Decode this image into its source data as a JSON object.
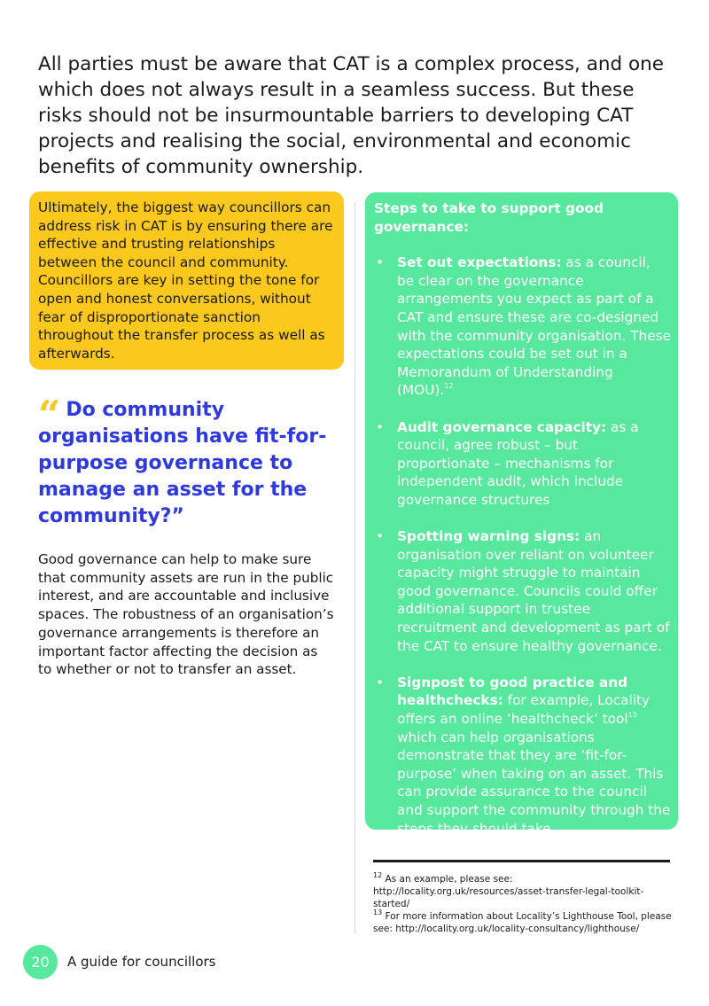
{
  "intro": "All parties must be aware that CAT is a complex process, and one which does not always result in a seamless success. But these risks should not be insurmountable barriers to developing CAT projects and realising the social, environmental and economic benefits of community ownership.",
  "callout": "Ultimately, the biggest way councillors can address risk in CAT is by ensuring there are effective and trusting relationships between the council and community. Councillors are key in setting the tone for open and honest conversations, without fear of disproportionate sanction throughout the transfer process as well as afterwards.",
  "quote": {
    "mark": "“",
    "text": "Do community organisations have fit-for-purpose governance to manage an asset for the community?”"
  },
  "body": "Good governance can help to make sure that community assets are run in the public interest, and are accountable and inclusive spaces. The robustness of an organisation’s governance arrangements is therefore an important factor affecting the decision as to whether or not to transfer an asset.",
  "steps": {
    "title": "Steps to take to support good governance:",
    "bullet": "•",
    "items": [
      {
        "title": "Set out expectations:",
        "text": " as a council, be clear on the governance arrangements you expect as part of a CAT and ensure these are co-designed with the community organisation. These expectations could be set out in a Memorandum of Understanding (MOU).",
        "ref": "12"
      },
      {
        "title": "Audit governance capacity:",
        "text": " as a council, agree robust – but proportionate – mechanisms for independent audit, which include governance structures",
        "ref": ""
      },
      {
        "title": "Spotting warning signs:",
        "text": " an organisation over reliant on volunteer capacity might struggle to maintain good governance. Councils could offer additional support in trustee recruitment and development as part of the CAT to ensure healthy governance.",
        "ref": ""
      },
      {
        "title": "Signpost to good practice and healthchecks:",
        "text_before": " for example, Locality offers an online ‘healthcheck’ tool",
        "ref": "13",
        "text_after": " which can help organisations demonstrate that they are ‘fit-for-purpose’ when taking on an asset. This can provide assurance to the council and support the community through the steps they should take."
      }
    ]
  },
  "footnotes": [
    {
      "num": "12",
      "text": " As an example, please see: http://locality.org.uk/resources/asset-transfer-legal-toolkit-started/"
    },
    {
      "num": "13",
      "text": " For more information about Locality’s Lighthouse Tool, please see: http://locality.org.uk/locality-consultancy/lighthouse/"
    }
  ],
  "footer": {
    "page_number": "20",
    "label": "A guide for councillors"
  },
  "colors": {
    "yellow": "#fbc81d",
    "green": "#58e89d",
    "quote_blue": "#2e3ae0"
  }
}
